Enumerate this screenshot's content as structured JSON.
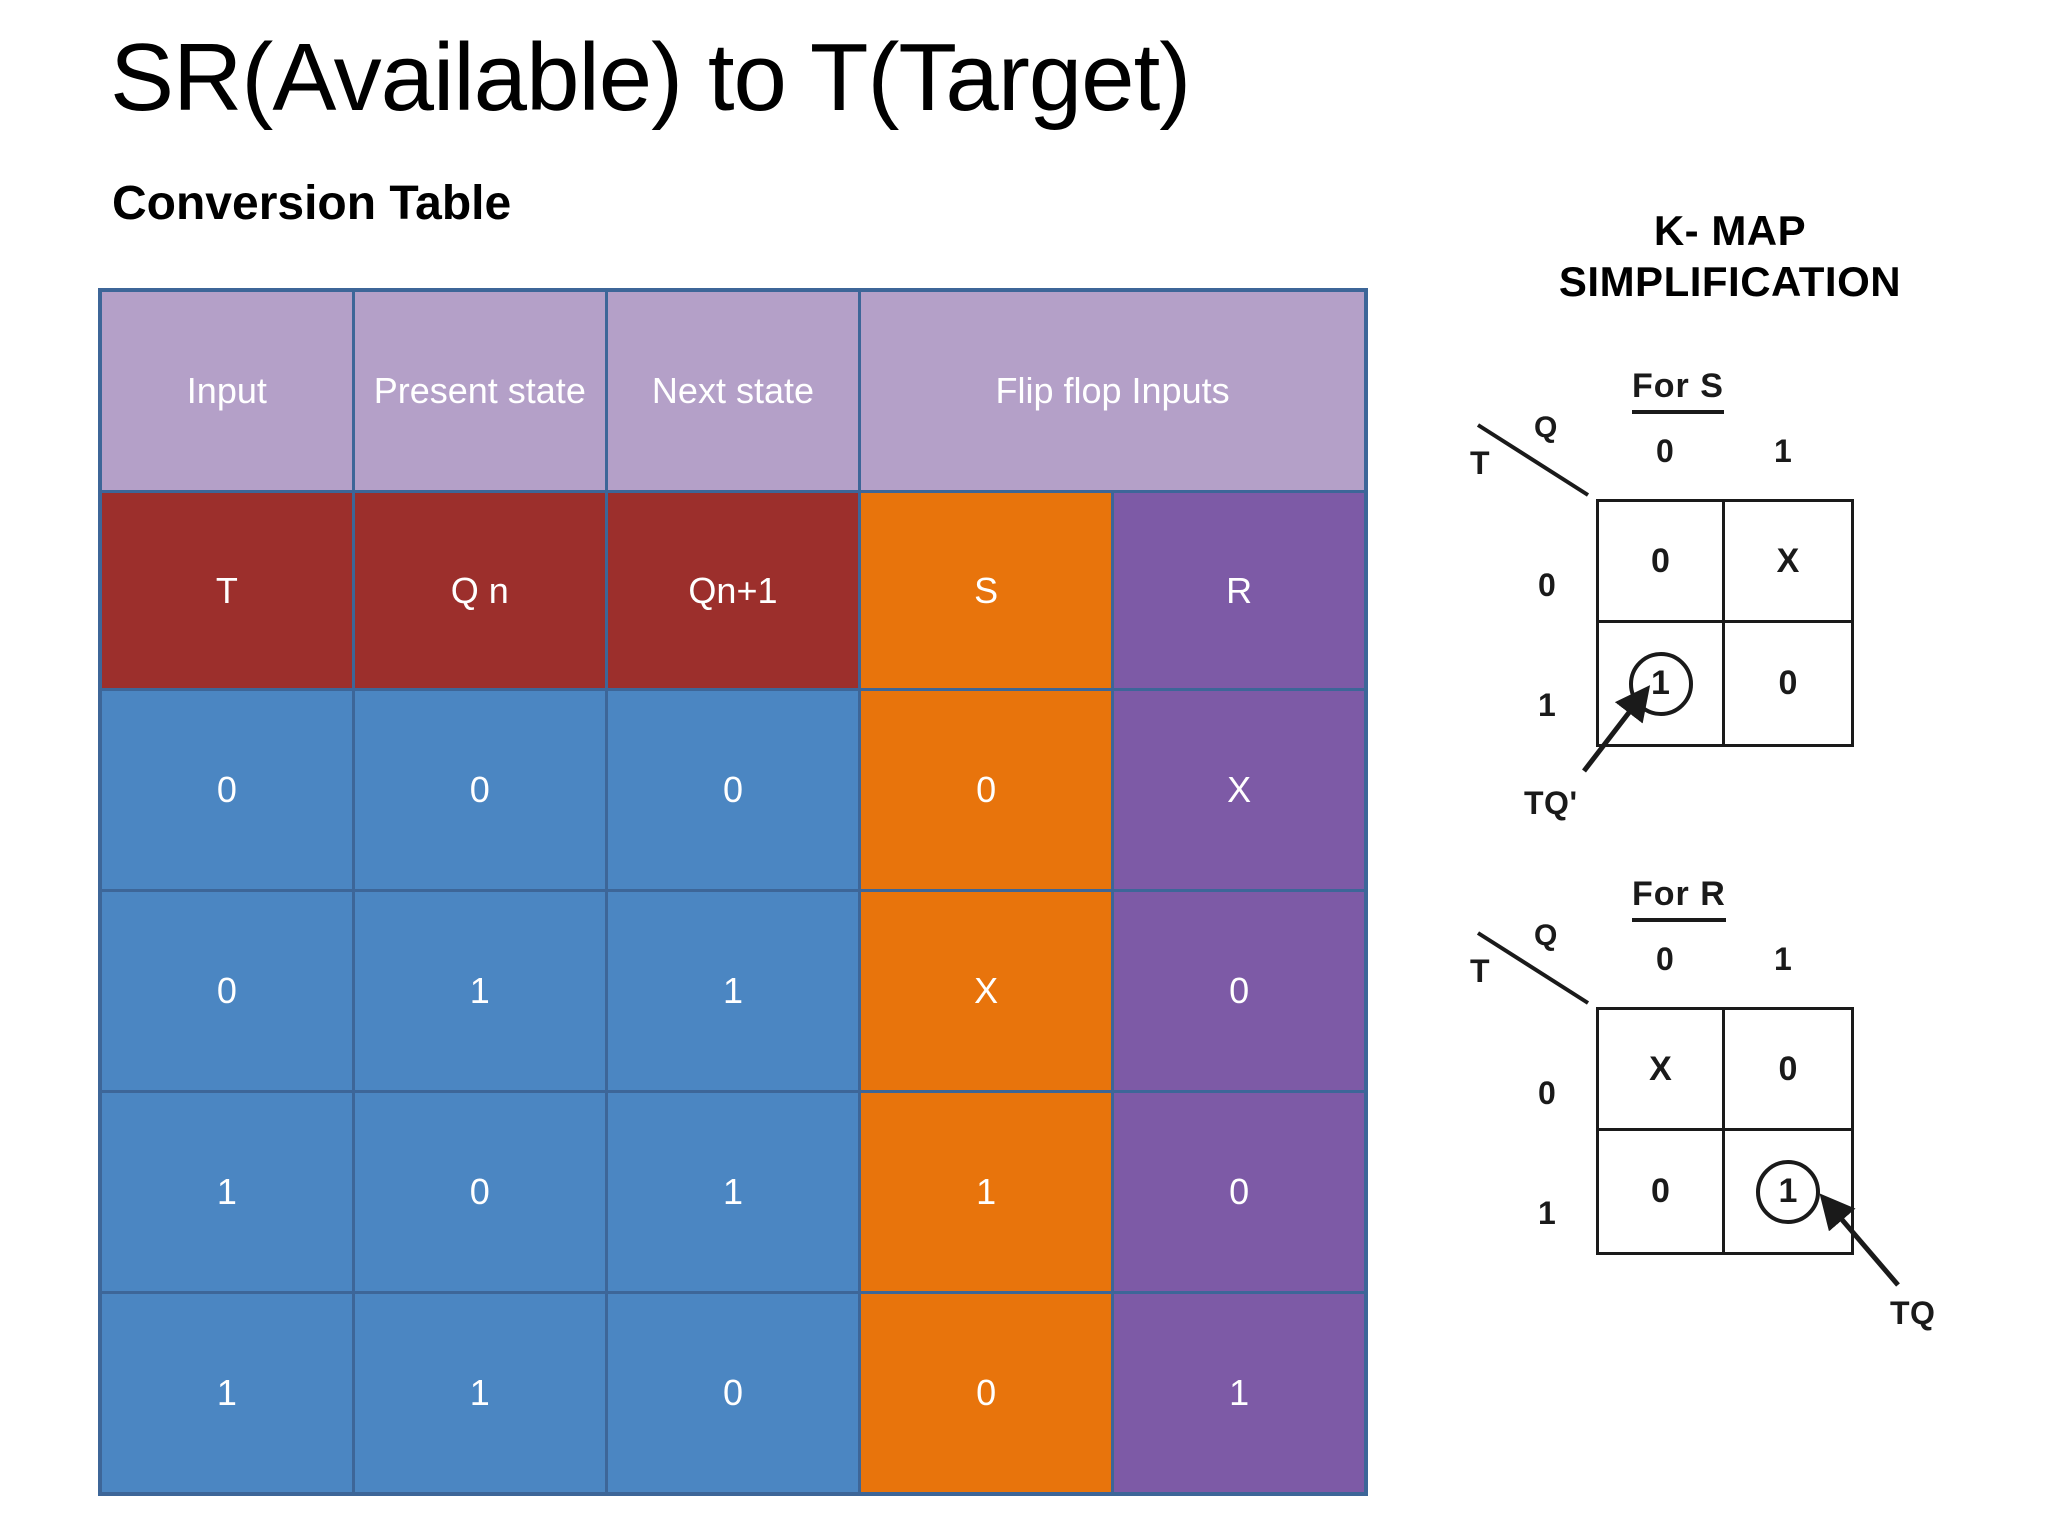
{
  "slide": {
    "title": "SR(Available) to T(Target)",
    "subtitle": "Conversion Table"
  },
  "table": {
    "group_headers": [
      "Input",
      "Present state",
      "Next state",
      "Flip flop Inputs"
    ],
    "sub_headers": [
      "T",
      "Q n",
      "Qn+1",
      "S",
      "R"
    ],
    "rows": [
      [
        "0",
        "0",
        "0",
        "0",
        "X"
      ],
      [
        "0",
        "1",
        "1",
        "X",
        "0"
      ],
      [
        "1",
        "0",
        "1",
        "1",
        "0"
      ],
      [
        "1",
        "1",
        "0",
        "0",
        "1"
      ]
    ],
    "colors": {
      "header_purple": "#b4a0c8",
      "subheader_red": "#9c2f2c",
      "s_column_orange": "#e8740c",
      "r_column_purple": "#7d5aa6",
      "data_blue": "#4b86c2",
      "border_blue": "#3d6698"
    }
  },
  "kmap_panel": {
    "heading_line1": "K- MAP",
    "heading_line2": "SIMPLIFICATION",
    "maps": [
      {
        "title": "For S",
        "row_var": "T",
        "col_var": "Q",
        "col_ticks": [
          "0",
          "1"
        ],
        "row_ticks": [
          "0",
          "1"
        ],
        "cells": [
          [
            "0",
            "X"
          ],
          [
            "1",
            "0"
          ]
        ],
        "circled_cell": [
          1,
          0
        ],
        "annotation": "TQ'"
      },
      {
        "title": "For R",
        "row_var": "T",
        "col_var": "Q",
        "col_ticks": [
          "0",
          "1"
        ],
        "row_ticks": [
          "0",
          "1"
        ],
        "cells": [
          [
            "X",
            "0"
          ],
          [
            "0",
            "1"
          ]
        ],
        "circled_cell": [
          1,
          1
        ],
        "annotation": "TQ"
      }
    ]
  }
}
